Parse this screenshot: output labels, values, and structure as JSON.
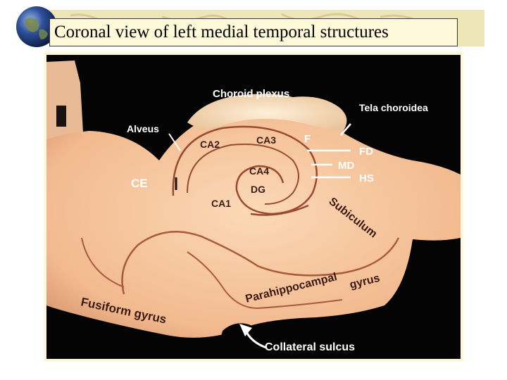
{
  "slide": {
    "title": "Coronal view of left medial temporal structures"
  },
  "labels": {
    "choroid_plexus": "Choroid plexus",
    "tela_choroidea": "Tela choroidea",
    "alveus": "Alveus",
    "ca2": "CA2",
    "ca3": "CA3",
    "f": "F",
    "fd": "FD",
    "md": "MD",
    "hs": "HS",
    "ca4": "CA4",
    "ce": "CE",
    "dg": "DG",
    "ca1": "CA1",
    "subiculum": "Subiculum",
    "parahippocampal_line1": "Parahippocampal",
    "parahippocampal_line2": "gyrus",
    "fusiform_gyrus": "Fusiform gyrus",
    "collateral_sulcus": "Collateral sulcus"
  },
  "colors": {
    "tissue": "#f6c69c",
    "tissue_shadow": "#d99a72",
    "background": "#050404",
    "label_white": "#ffffff",
    "label_dark": "#3a1a10",
    "band": "#efe6b8",
    "title_fill": "#fdf8d7"
  }
}
